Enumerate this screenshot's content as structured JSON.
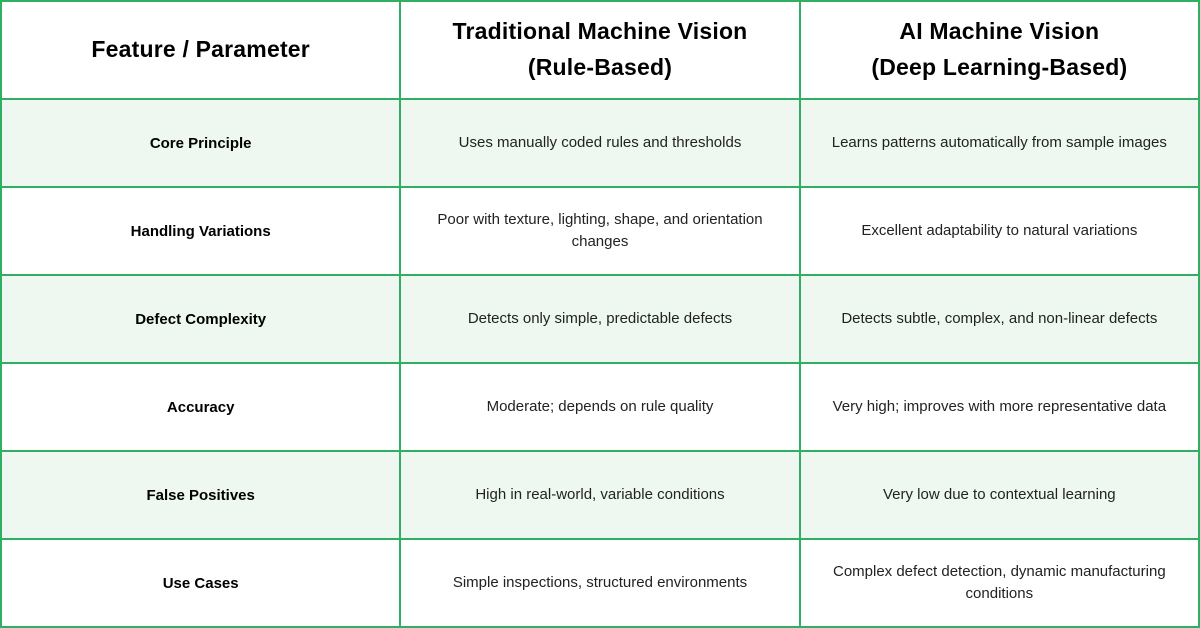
{
  "colors": {
    "border": "#2eaf62",
    "row_alt": "#eef8f1",
    "header_text": "#000000",
    "body_text": "#222222"
  },
  "chart_data": {
    "type": "table",
    "columns": [
      "Feature / Parameter",
      "Traditional Machine Vision (Rule-Based)",
      "AI Machine Vision (Deep Learning-Based)"
    ],
    "header_lines": [
      [
        "Feature / Parameter",
        ""
      ],
      [
        "Traditional Machine Vision",
        "(Rule-Based)"
      ],
      [
        "AI Machine Vision",
        "(Deep Learning-Based)"
      ]
    ],
    "rows": [
      [
        "Core Principle",
        "Uses manually coded rules and thresholds",
        "Learns patterns automatically from sample images"
      ],
      [
        "Handling Variations",
        "Poor with texture, lighting, shape, and orientation changes",
        "Excellent adaptability to natural variations"
      ],
      [
        "Defect Complexity",
        "Detects only simple, predictable defects",
        "Detects subtle, complex, and non-linear defects"
      ],
      [
        "Accuracy",
        "Moderate; depends on rule quality",
        "Very high; improves with more representative data"
      ],
      [
        "False Positives",
        "High in real-world, variable conditions",
        "Very low due to contextual learning"
      ],
      [
        "Use Cases",
        "Simple inspections, structured environments",
        "Complex defect detection, dynamic manufacturing conditions"
      ]
    ],
    "layout": {
      "grid": "on",
      "alternating_row_shading": "rows 1,3,5 tinted green",
      "column_count": 3,
      "row_count": 6
    }
  }
}
